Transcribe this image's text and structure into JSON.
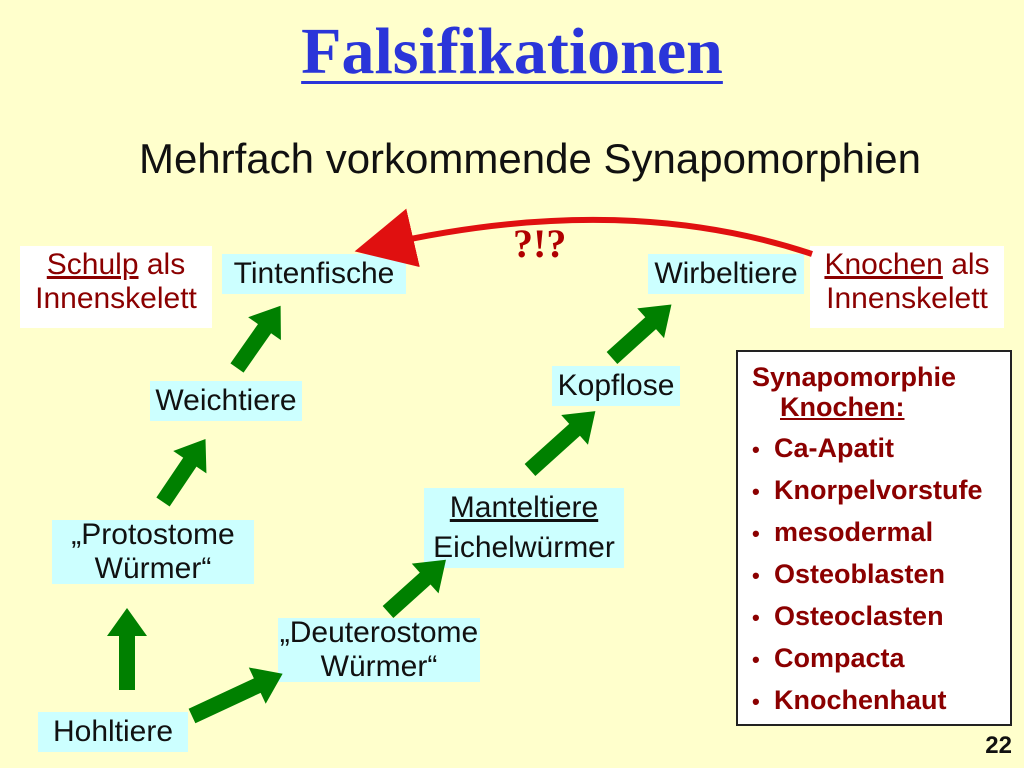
{
  "title": "Falsifikationen",
  "subtitle": "Mehrfach vorkommende Synapomorphien",
  "nodes": {
    "tintenfische": "Tintenfische",
    "wirbeltiere": "Wirbeltiere",
    "weichtiere": "Weichtiere",
    "kopflose": "Kopflose",
    "protostome_l1": "„Protostome",
    "protostome_l2": "Würmer“",
    "manteltiere": "Manteltiere",
    "eichelwuermer": "Eichelwürmer",
    "deuterostome_l1": "„Deuterostome",
    "deuterostome_l2": "Würmer“",
    "hohltiere": "Hohltiere"
  },
  "left_note": {
    "word": "Schulp",
    "rest": " als",
    "line2": "Innenskelett"
  },
  "right_note": {
    "word": "Knochen",
    "rest": " als",
    "line2": "Innenskelett"
  },
  "question": "?!?",
  "legend": {
    "heading_line1": "Synapomorphie",
    "heading_line2": "Knochen:",
    "items": [
      "Ca-Apatit",
      "Knorpelvorstufe",
      "mesodermal",
      "Osteoblasten",
      "Osteoclasten",
      "Compacta",
      "Knochenhaut"
    ]
  },
  "page_number": "22",
  "colors": {
    "title": "#2a35d9",
    "node_bg": "#ccffff",
    "arrow": "#008000",
    "curve": "#e01010",
    "legend_text": "#8b0000"
  }
}
